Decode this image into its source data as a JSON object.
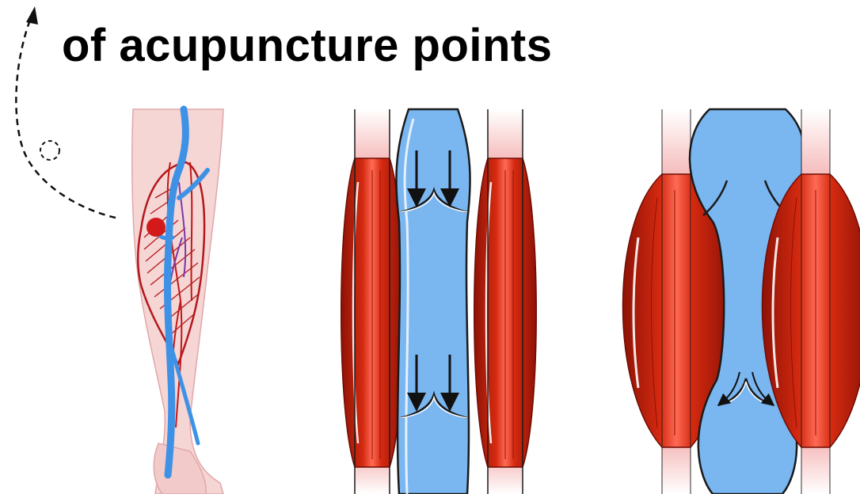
{
  "title": "of acupuncture points",
  "colors": {
    "skin": "#f6d5d5",
    "skin_outline": "#e3a9a9",
    "vein_blue": "#3e92e6",
    "vein_light": "#7ab6f0",
    "muscle_red": "#d42a10",
    "muscle_dark": "#a51808",
    "muscle_highlight": "#ffffff",
    "tendon_pink": "#f7c6c6",
    "acupoint_red": "#d21a1a",
    "outline": "#1a1a1a"
  },
  "icons": [
    "dashed-curved-arrow-icon",
    "dashed-circle-icon",
    "downward-arrow-icon",
    "valve-backflow-arrow-icon"
  ],
  "panels": [
    "leg-illustration",
    "relaxed-muscle-vein-panel",
    "contracted-muscle-vein-panel"
  ]
}
